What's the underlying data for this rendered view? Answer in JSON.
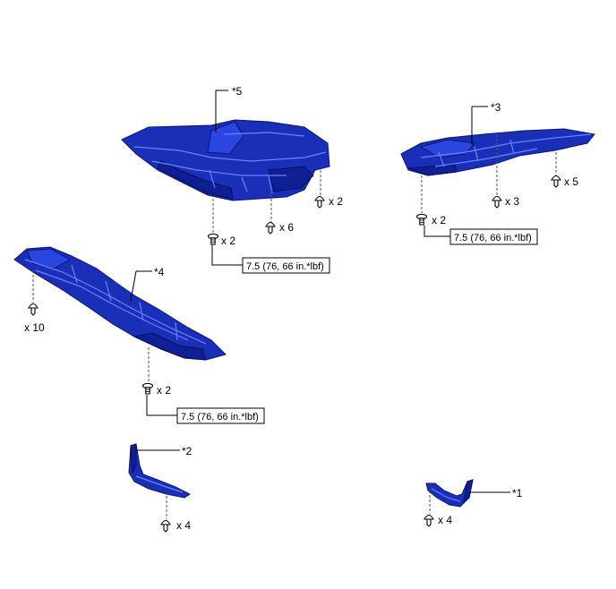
{
  "parts": {
    "p1": "*1",
    "p2": "*2",
    "p3": "*3",
    "p4": "*4",
    "p5": "*5"
  },
  "quantities": {
    "p5_right": "x 2",
    "p5_center": "x 6",
    "p5_left": "x 2",
    "p3_left": "x 2",
    "p3_center": "x 3",
    "p3_right": "x 5",
    "p4_left": "x 10",
    "p4_bottom": "x 2",
    "p2": "x 4",
    "p1": "x 4"
  },
  "torque": {
    "p5": "7.5 (76, 66 in.*lbf)",
    "p3": "7.5 (76, 66 in.*lbf)",
    "p4": "7.5 (76, 66 in.*lbf)"
  },
  "colors": {
    "part_blue": "#1a2fb8",
    "part_blue_light": "#2b45e0",
    "part_blue_dark": "#0f1f94"
  },
  "icons": [
    "bolt-icon",
    "clip-icon"
  ]
}
